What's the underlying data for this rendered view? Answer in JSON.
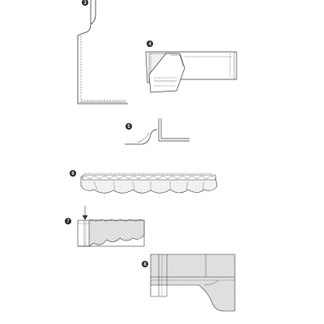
{
  "steps": [
    {
      "number": "3"
    },
    {
      "number": "4"
    },
    {
      "number": "5"
    },
    {
      "number": "6"
    },
    {
      "number": "7"
    },
    {
      "number": "8"
    }
  ],
  "colors": {
    "line": "#333333",
    "fabric_shade": "#d6d6d6",
    "fabric_light": "#efefef",
    "badge": "#222222"
  }
}
